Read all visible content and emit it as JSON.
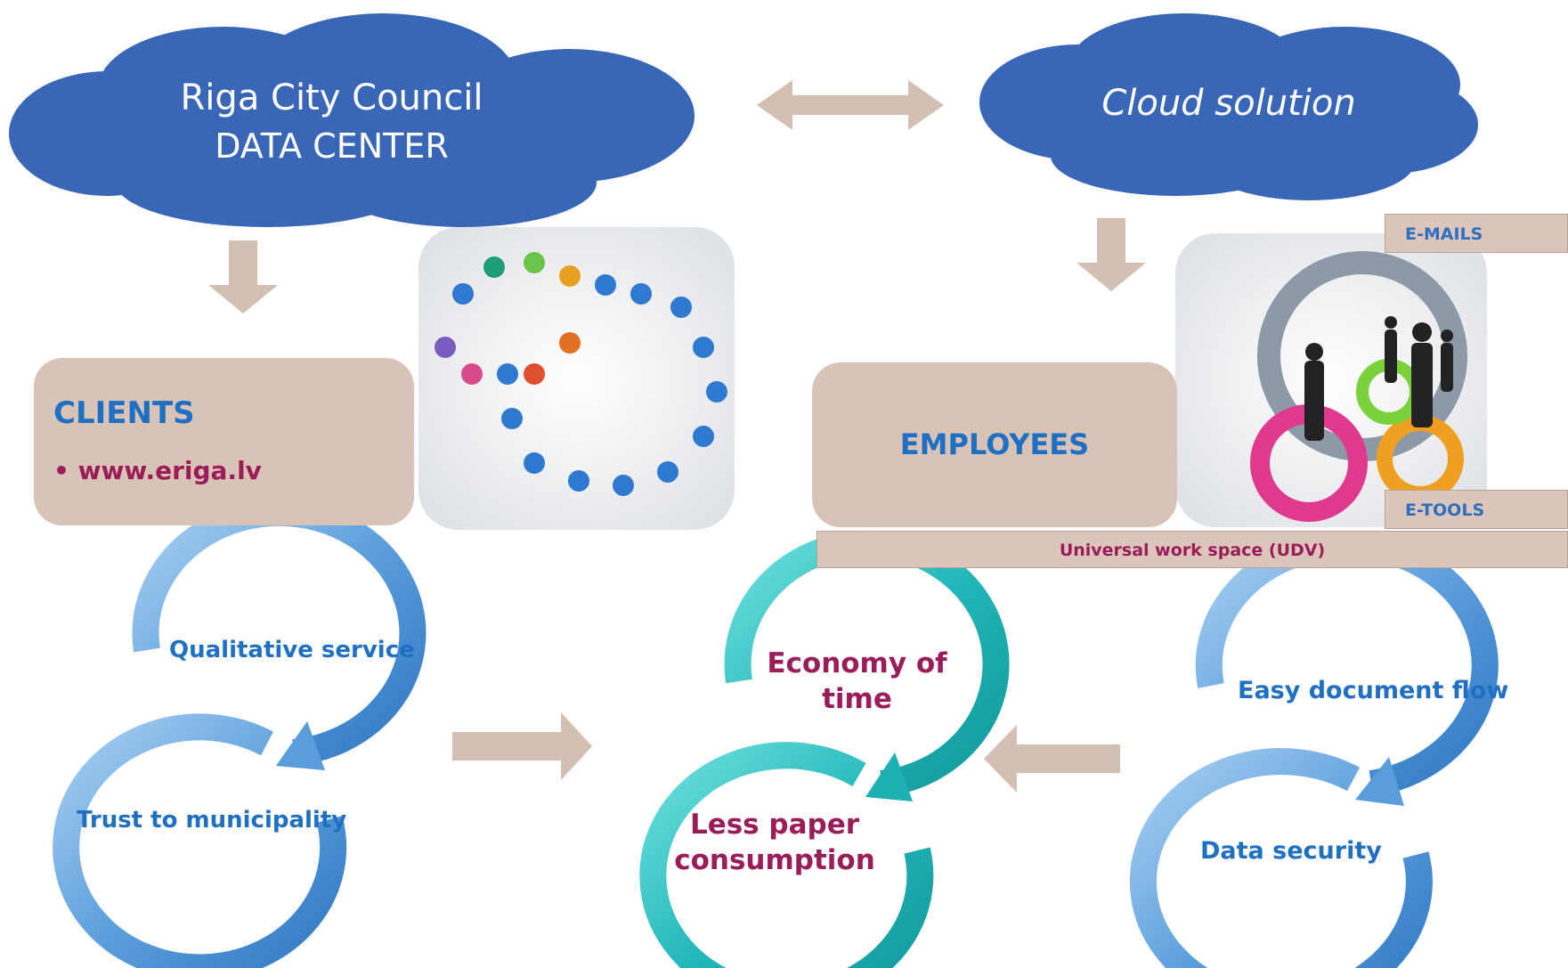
{
  "colors": {
    "cloud": "#3a66b8",
    "tan": "#d9c3b6",
    "arrow": "#d4bfb3",
    "blue_text": "#1f6fc2",
    "maroon_text": "#9a1d5a",
    "teal_ring": "#2cc0c0",
    "blue_ring": "#6aa7dd"
  },
  "left_cloud": {
    "line1": "Riga City Council",
    "line2": "DATA CENTER"
  },
  "right_cloud": {
    "label": "Cloud solution"
  },
  "clients": {
    "title": "CLIENTS",
    "bullet": "• www.eriga.lv"
  },
  "employees": {
    "title": "EMPLOYEES",
    "tag_emails": "E-MAILS",
    "tag_etools": "E-TOOLS",
    "workspace": "Universal work space (UDV)"
  },
  "left_cycle": {
    "top": "Qualitative service",
    "bottom": "Trust to municipality"
  },
  "center_cycle": {
    "top": "Economy of time",
    "bottom": "Less paper consumption"
  },
  "right_cycle": {
    "top": "Easy document flow",
    "bottom": "Data security"
  },
  "icons": [
    "people-circle-photo",
    "business-gears-photo"
  ]
}
